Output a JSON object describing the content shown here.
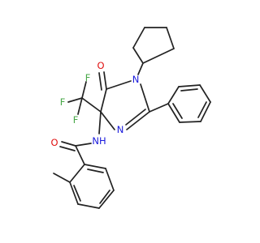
{
  "colors": {
    "bond": "#222222",
    "oxygen": "#e01010",
    "nitrogen": "#1a1adc",
    "fluorine": "#48a848",
    "background": "#ffffff"
  },
  "atoms": {
    "carbonyl_oxygen_ring": "O",
    "ring_nitrogen_1": "N",
    "ring_nitrogen_3": "N",
    "fluorine_1": "F",
    "fluorine_2": "F",
    "fluorine_3": "F",
    "amide_oxygen": "O",
    "amide_nh": "NH"
  }
}
